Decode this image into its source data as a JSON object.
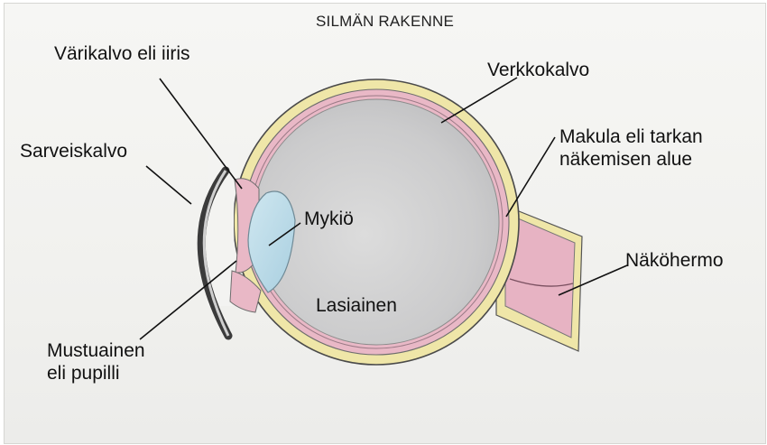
{
  "title": "SILMÄN RAKENNE",
  "labels": {
    "iris": "Värikalvo eli iiris",
    "retina": "Verkkokalvo",
    "cornea": "Sarveiskalvo",
    "macula_line1": "Makula eli tarkan",
    "macula_line2": "näkemisen alue",
    "lens": "Mykiö",
    "optic_nerve": "Näköhermo",
    "vitreous": "Lasiainen",
    "pupil_line1": "Mustuainen",
    "pupil_line2": "eli pupilli"
  },
  "colors": {
    "sclera": "#efe6a8",
    "choroid": "#e9b8c6",
    "vitreous": "#cfcfd0",
    "lens": "#b9dbe8",
    "nerve": "#e7b3c3",
    "ink": "#111111"
  }
}
